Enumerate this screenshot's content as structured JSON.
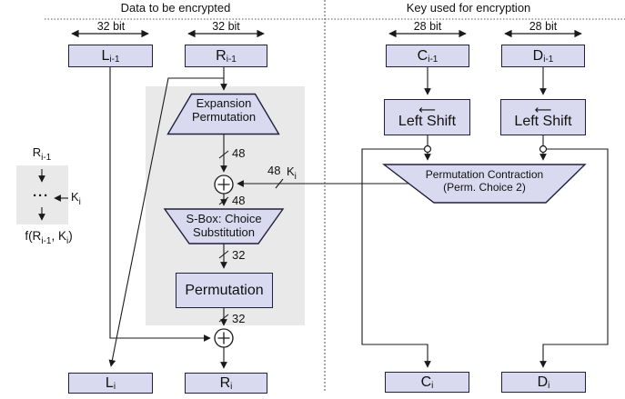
{
  "headers": {
    "left": "Data to be encrypted",
    "right": "Key used for encryption"
  },
  "bit_labels": {
    "l_prev": "32 bit",
    "r_prev": "32 bit",
    "c_prev": "28 bit",
    "d_prev": "28 bit"
  },
  "registers": {
    "l_prev": {
      "main": "L",
      "sub": "i-1"
    },
    "r_prev": {
      "main": "R",
      "sub": "i-1"
    },
    "c_prev": {
      "main": "C",
      "sub": "i-1"
    },
    "d_prev": {
      "main": "D",
      "sub": "i-1"
    },
    "l_next": {
      "main": "L",
      "sub": "i"
    },
    "r_next": {
      "main": "R",
      "sub": "i"
    },
    "c_next": {
      "main": "C",
      "sub": "i"
    },
    "d_next": {
      "main": "D",
      "sub": "i"
    }
  },
  "blocks": {
    "expansion": {
      "line1": "Expansion",
      "line2": "Permutation"
    },
    "sbox": {
      "line1": "S-Box: Choice",
      "line2": "Substitution"
    },
    "permutation": "Permutation",
    "left_shift_c": "Left Shift",
    "left_shift_d": "Left Shift",
    "perm_contraction": {
      "line1": "Permutation Contraction",
      "line2": "(Perm. Choice 2)"
    }
  },
  "icons": {
    "left_shift_arrow": "⟵"
  },
  "wire_labels": {
    "expansion_out": "48",
    "key_in": "48",
    "xor1_out": "48",
    "sbox_out": "32",
    "permutation_out": "32",
    "key": {
      "main": "K",
      "sub": "i"
    }
  },
  "legend": {
    "r_prev": {
      "main": "R",
      "sub": "i-1"
    },
    "dots": "···",
    "k": {
      "main": "K",
      "sub": "i"
    },
    "f": {
      "p1": "f(R",
      "s1": "i-1",
      "p2": ", K",
      "s2": "i",
      "p3": ")"
    }
  },
  "colors": {
    "box_fill": "#d9d9f0",
    "box_border": "#20203f",
    "line": "#1a1a1a",
    "shade": "#e9e9e9",
    "dotted": "#555555"
  }
}
